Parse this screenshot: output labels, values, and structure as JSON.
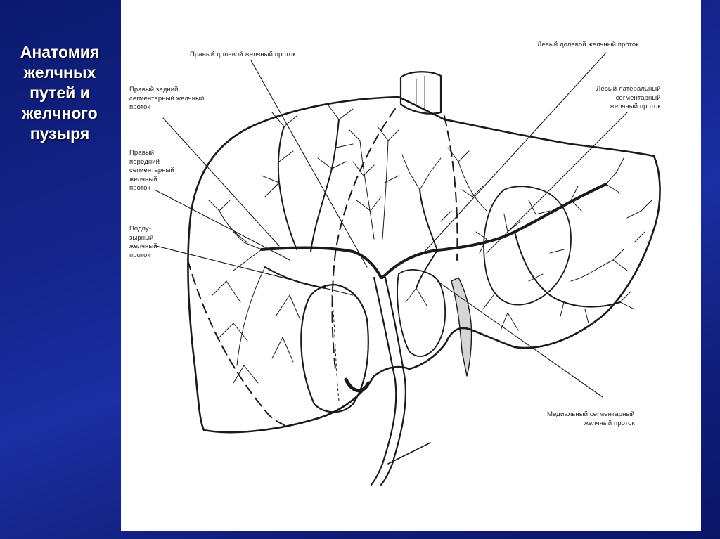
{
  "slide": {
    "title": "Анатомия\nжелчных\nпутей и\nжелчного\nпузыря"
  },
  "diagram": {
    "labels": {
      "right_lobar_duct": "Правый долевой желчный проток",
      "left_lobar_duct": "Левый долевой желчный проток",
      "right_posterior_duct": "Правый задний\nсегментарный желчный\nпроток",
      "left_lateral_duct": "Левый латеральный\nсегментарный\nжелчный проток",
      "right_anterior_duct": "Правый\nпередний\nсегментарный\nжелчный\nпроток",
      "subvesical_duct": "Подпу-\nзырный\nжелчный\nпроток",
      "medial_duct": "Медиальный сегментарный\nжелчный проток"
    }
  },
  "colors": {
    "background": "#14248c",
    "panel": "#ffffff",
    "title_text": "#ffffff",
    "line": "#1a1a1a"
  }
}
